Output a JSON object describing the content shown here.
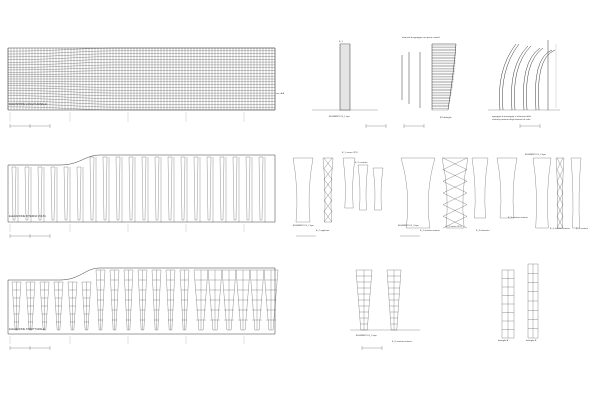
{
  "sheet": {
    "row1": {
      "main_label": "ELEVAZIONE LONGITUDINALE",
      "side_label": "sez. A-A",
      "e1_top": "E_1",
      "e1_label": "ELEMENTO E_1 tipo",
      "e2_top": "elementi di appoggio con pezzi centrali",
      "e2_label": "E2 dettaglio",
      "e3_label_1": "appoggio di montaggio in alluminio della",
      "e3_label_2": "struttura portante degli elementi di volta"
    },
    "row2": {
      "main_label": "ELEVAZIONE INTERNA VOLTA",
      "labels": {
        "a": "E_1 senza CPU",
        "b": "E_2 applicata",
        "c": "ELEMENTO E_2 tipo",
        "d": "E_2 struttura interna",
        "e": "E_2 centrale",
        "f": "ELEMENTO E_3 tipo",
        "g": "E_3 struttura interna",
        "h": "E_3 senza CPU",
        "i": "E_3 elemento",
        "j": "ELEMENTO E_4 tipo",
        "k": "E_4 struttura interna",
        "l": "E_4 sezione"
      }
    },
    "row3": {
      "main_label": "ELEVAZIONE STRUTTURALE",
      "l1": "ELEMENTO E_5 tipo",
      "l2": "E_5 struttura interna",
      "l3": "dettaglio A",
      "l4": "dettaglio B"
    }
  }
}
